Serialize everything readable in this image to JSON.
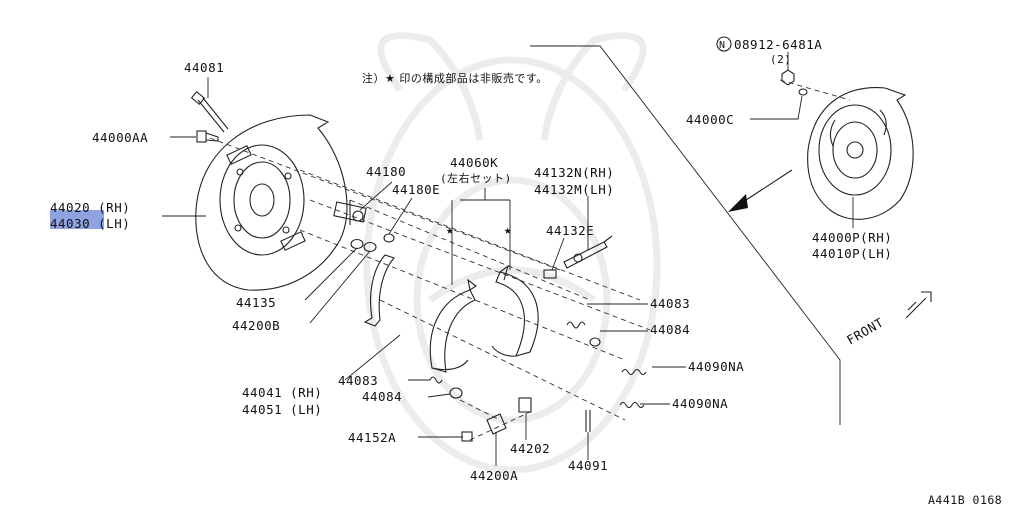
{
  "note": "注）★ 印の構成部品は非販売です。",
  "front_label": "FRONT",
  "figure_code": "A441B 0168",
  "highlight_color": "#8FA3E0",
  "labels": {
    "p44081": "44081",
    "p44000AA": "44000AA",
    "p44020": "44020 (RH)",
    "p44030": "44030 (LH)",
    "p44180": "44180",
    "p44180E": "44180E",
    "p44060K": "44060K",
    "p44060K_sub": "(左右セット)",
    "p44132N": "44132N(RH)",
    "p44132M": "44132M(LH)",
    "p44132E": "44132E",
    "p44135": "44135",
    "p44200B": "44200B",
    "p44083a": "44083",
    "p44084a": "44084",
    "p44090NAa": "44090NA",
    "p44090NAb": "44090NA",
    "p44041": "44041 (RH)",
    "p44051": "44051 (LH)",
    "p44083b": "44083",
    "p44084b": "44084",
    "p44152A": "44152A",
    "p44202": "44202",
    "p44200A": "44200A",
    "p44091": "44091",
    "p08912": "08912-6481A",
    "p08912_qty": "(2)",
    "p08912_sym": "N",
    "p44000C": "44000C",
    "p44000P": "44000P(RH)",
    "p44010P": "44010P(LH)"
  }
}
